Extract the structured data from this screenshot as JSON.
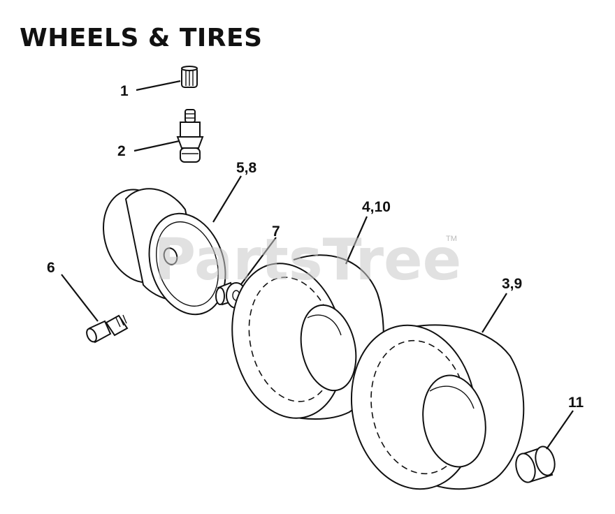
{
  "title": "WHEELS & TIRES",
  "watermark": "PartsTree",
  "watermark_tm": "TM",
  "callouts": {
    "c1": "1",
    "c2": "2",
    "c3_9": "3,9",
    "c4_10": "4,10",
    "c5_8": "5,8",
    "c6": "6",
    "c7": "7",
    "c11": "11"
  },
  "icons": [
    "valve-cap-icon",
    "valve-stem-icon",
    "wheel-rim-icon",
    "bolt-icon",
    "bushing-icon",
    "tire-icon",
    "cap-icon"
  ]
}
